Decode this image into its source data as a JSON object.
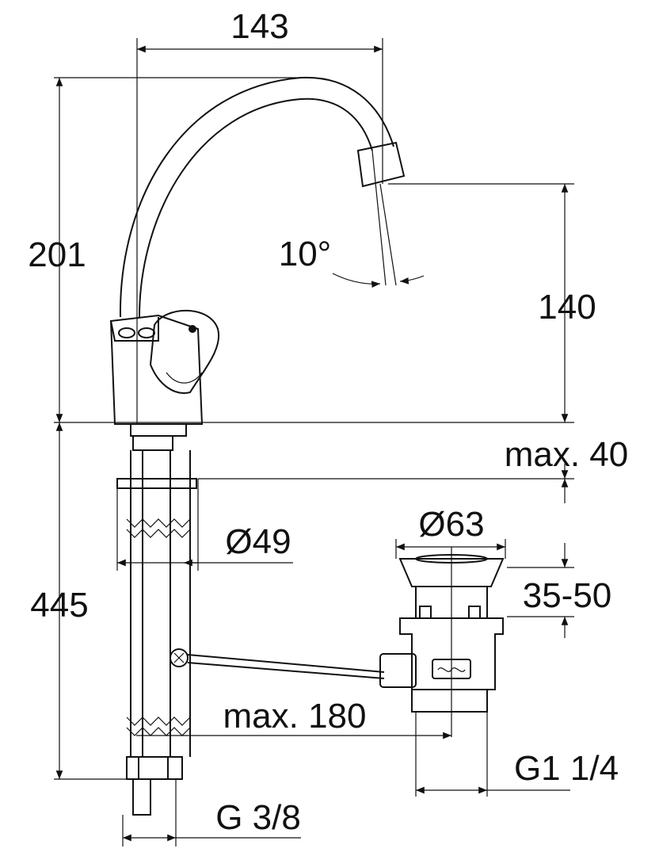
{
  "dimensions": {
    "spout_reach": "143",
    "spout_height_total": "201",
    "swivel_angle": "10°",
    "spout_outlet_height": "140",
    "max_counter_thickness": "max. 40",
    "waste_diameter": "Ø63",
    "body_diameter": "Ø49",
    "basin_thickness": "35-50",
    "shank_length": "445",
    "max_rod_distance": "max. 180",
    "waste_thread": "G1 1/4",
    "connection_thread": "G 3/8"
  },
  "colors": {
    "line": "#111111",
    "background": "#ffffff"
  }
}
